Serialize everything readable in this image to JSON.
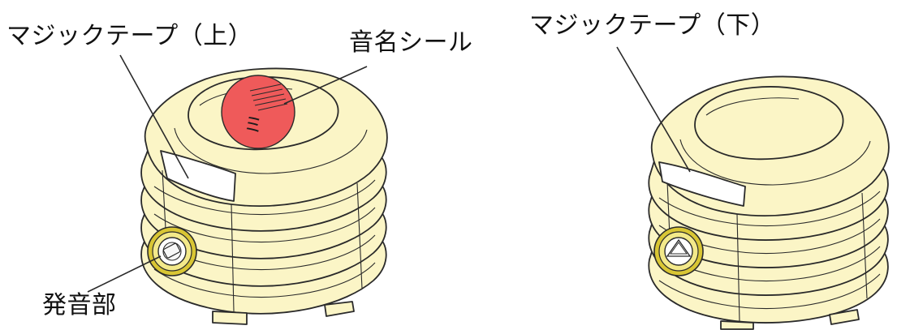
{
  "labels": {
    "tape_upper": "マジックテープ（上）",
    "note_sticker": "音名シール",
    "tape_lower": "マジックテープ（下）",
    "sound_part": "発音部"
  },
  "sticker": {
    "glyph": "ミ"
  },
  "colors": {
    "body_fill": "#fbf5c6",
    "outline": "#2a2a2a",
    "sticker_red": "#ef5a5a",
    "speaker_ring": "#d9c634"
  }
}
